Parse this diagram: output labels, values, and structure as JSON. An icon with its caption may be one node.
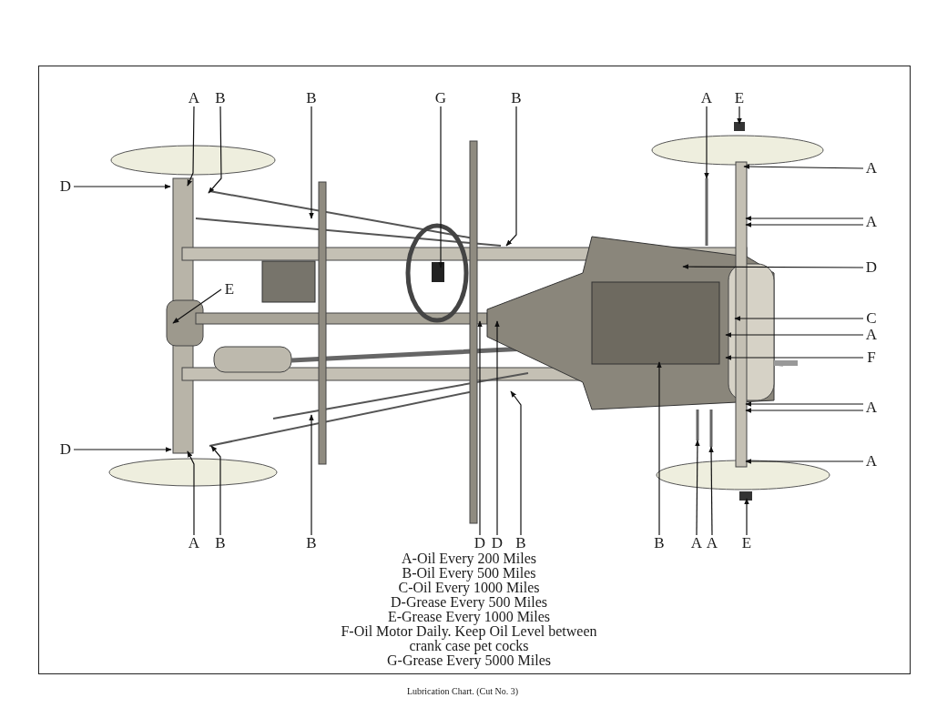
{
  "diagram": {
    "caption": "Lubrication Chart. (Cut No. 3)",
    "nodes": [
      {
        "text": [
          "A"
        ]
      },
      {
        "text": [
          "B"
        ]
      },
      {
        "text": [
          "B"
        ]
      },
      {
        "text": [
          "G"
        ]
      },
      {
        "text": [
          "B"
        ]
      },
      {
        "text": [
          "A"
        ]
      },
      {
        "text": [
          "E"
        ]
      },
      {
        "text": [
          "A"
        ]
      },
      {
        "text": [
          "D"
        ]
      },
      {
        "text": [
          "A"
        ]
      },
      {
        "text": [
          "D"
        ]
      },
      {
        "text": [
          "E"
        ]
      },
      {
        "text": [
          "C"
        ]
      },
      {
        "text": [
          "A"
        ]
      },
      {
        "text": [
          "F"
        ]
      },
      {
        "text": [
          "A"
        ]
      },
      {
        "text": [
          "D"
        ]
      },
      {
        "text": [
          "A"
        ]
      },
      {
        "text": [
          "A"
        ]
      },
      {
        "text": [
          "B"
        ]
      },
      {
        "text": [
          "B"
        ]
      },
      {
        "text": [
          "D"
        ]
      },
      {
        "text": [
          "D"
        ]
      },
      {
        "text": [
          "B"
        ]
      },
      {
        "text": [
          "B"
        ]
      },
      {
        "text": [
          "A"
        ]
      },
      {
        "text": [
          "A"
        ]
      },
      {
        "text": [
          "E"
        ]
      }
    ],
    "edges": [
      {
        "from": 0,
        "to": null,
        "arrow": "to"
      },
      {
        "from": 1,
        "to": null,
        "arrow": "to"
      },
      {
        "from": 2,
        "to": null,
        "arrow": "to"
      },
      {
        "from": 3,
        "to": null,
        "arrow": "to"
      },
      {
        "from": 4,
        "to": null,
        "arrow": "to"
      },
      {
        "from": 5,
        "to": null,
        "arrow": "to"
      },
      {
        "from": 6,
        "to": null,
        "arrow": "to"
      },
      {
        "from": 7,
        "to": null,
        "arrow": "to"
      },
      {
        "from": 8,
        "to": null,
        "arrow": "to"
      },
      {
        "from": 9,
        "to": null,
        "arrow": "to"
      },
      {
        "from": 9,
        "to": null,
        "arrow": "to"
      },
      {
        "from": 10,
        "to": null,
        "arrow": "to"
      },
      {
        "from": 11,
        "to": null,
        "arrow": "to"
      },
      {
        "from": 12,
        "to": null,
        "arrow": "to"
      },
      {
        "from": 13,
        "to": null,
        "arrow": "to"
      },
      {
        "from": 14,
        "to": null,
        "arrow": "to"
      },
      {
        "from": 15,
        "to": null,
        "arrow": "to"
      },
      {
        "from": 15,
        "to": null,
        "arrow": "to"
      },
      {
        "from": 16,
        "to": null,
        "arrow": "to"
      },
      {
        "from": 17,
        "to": null,
        "arrow": "to"
      },
      {
        "from": 18,
        "to": null,
        "arrow": "to"
      },
      {
        "from": 19,
        "to": null,
        "arrow": "to"
      },
      {
        "from": 20,
        "to": null,
        "arrow": "to"
      },
      {
        "from": 21,
        "to": null,
        "arrow": "to"
      },
      {
        "from": 22,
        "to": null,
        "arrow": "to"
      },
      {
        "from": 23,
        "to": null,
        "arrow": "to"
      },
      {
        "from": 24,
        "to": null,
        "arrow": "to"
      },
      {
        "from": 25,
        "to": null,
        "arrow": "to"
      },
      {
        "from": 26,
        "to": null,
        "arrow": "to"
      },
      {
        "from": 27,
        "to": null,
        "arrow": "to"
      }
    ],
    "labels": [
      "A-Oil Every 200 Miles",
      "B-Oil Every 500 Miles",
      "C-Oil Every 1000 Miles",
      "D-Grease Every 500 Miles",
      "E-Grease Every 1000 Miles",
      "F-Oil Motor Daily. Keep Oil Level between crank case pet cocks",
      "G-Grease Every 5000 Miles"
    ]
  }
}
